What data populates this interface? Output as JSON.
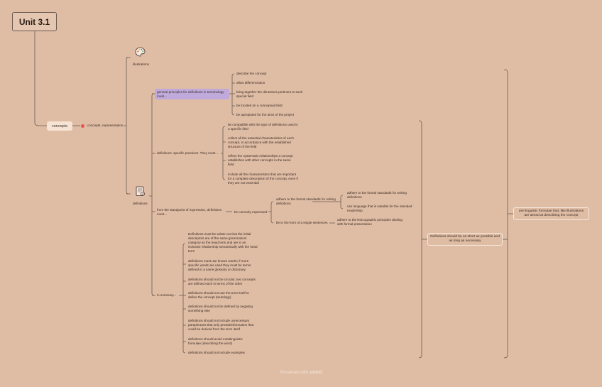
{
  "root": "Unit 3.1",
  "concepts": "concepts",
  "representation": "concepts, representation",
  "illustrations": "illustrations",
  "definitions": "definitions",
  "general_principles": "general principles for definitions in terminology must...",
  "gp_items": [
    "describe the concept",
    "allow differenciation",
    "bring together the dimesions pertinent to each special field",
    "be located on a conceptual field",
    "be apropiated for the aims of the project"
  ],
  "specific_practices": "definitions: specific practices. They must...",
  "sp_items": [
    "be compatible with the type of definitions used in a specific field",
    "collect all the essential characteristics of each concept, in accordance with the established structure of the field",
    "reflect the systematic relationships a concept establishes with other concepts in the same field",
    "include all the characteristics that are important for a complete description of the concept, even if they are not essential"
  ],
  "expression": "from the standpoint of expression, definitions must...",
  "correctly_expressed": "be correctly expressed",
  "formal_standards": "adhere to the formal standards for writing definitions",
  "fs_items": [
    "adhere to the formal standards for writing definitions",
    "use language that is suitable for the intended readership"
  ],
  "single_sentence": "be in the form of a single sentences",
  "lexicographic": "adhere to the lexicographic principles dealing with formal presentation",
  "in_summary": "in summary...",
  "summary_items": [
    "Definitions must be written so that the initial descriptors are of the same grammatical category as the head term and are in an inclusive relationship semantically with the head term",
    "definitions must use known words; if more specific words are used they must be terms defined in a same glossary or dictionary",
    "definitions should not be circular, two concepts are defined each in terms of the other",
    "definitions should not use the term itself to define the concept (tautology)",
    "definitions should not be defined by negating something else",
    "definitions should not include unnecessary paraphrases that only provideinformation that could be derived from the term itself",
    "definitions should avoid metalinguistic formulae (describing the word)",
    "definitions should not include examples"
  ],
  "short_box": "Definitions should be as short as possible and as long as necessary",
  "linguistic_box": "are linguistic formulae that, like illustrations are aimed at describing the concept",
  "footer_prefix": "Presented with ",
  "footer_brand": "xmind",
  "colors": {
    "background": "#dfbda5",
    "line": "#6b5a50",
    "highlight": "#c0aadc",
    "marker": "#e2574c"
  }
}
